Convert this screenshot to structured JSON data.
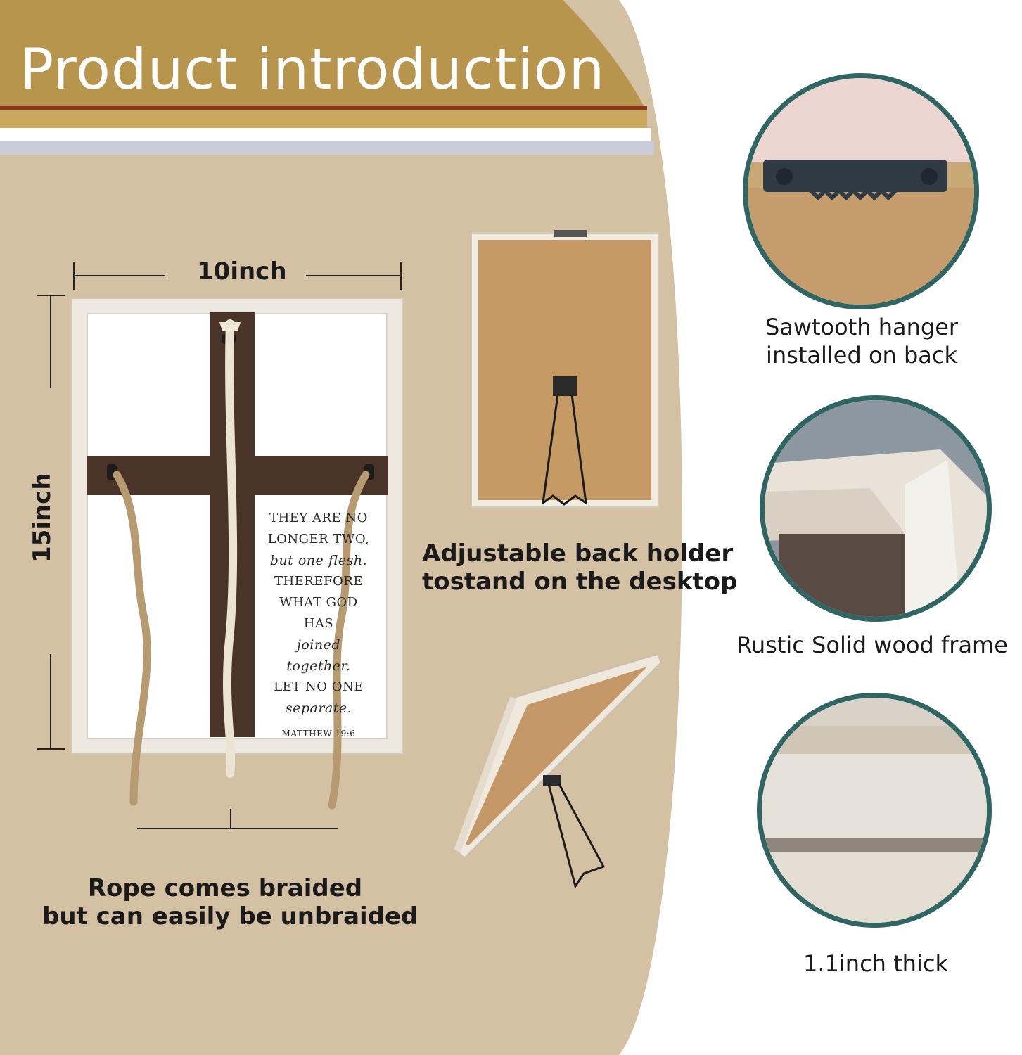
{
  "header": {
    "title": "Product introduction"
  },
  "dimensions": {
    "width": "10inch",
    "height": "15inch"
  },
  "verse": {
    "lines": [
      "THEY ARE NO",
      "LONGER TWO,",
      "but one flesh.",
      "THEREFORE",
      "WHAT GOD HAS",
      "joined together.",
      "LET NO ONE",
      "separate."
    ],
    "reference": "MATTHEW 19:6"
  },
  "captions": {
    "rope": [
      "Rope comes braided",
      "but can easily be unbraided"
    ],
    "holder": [
      "Adjustable back holder",
      "tostand on the desktop"
    ],
    "sawtooth": [
      "Sawtooth hanger",
      "installed on back"
    ],
    "frame": "Rustic Solid wood frame",
    "thickness": "1.1inch thick"
  },
  "colors": {
    "banner": "#b8954c",
    "panel": "#d4c0a3",
    "circle_border": "#2f6562",
    "stripe": "#8b3a1f"
  }
}
